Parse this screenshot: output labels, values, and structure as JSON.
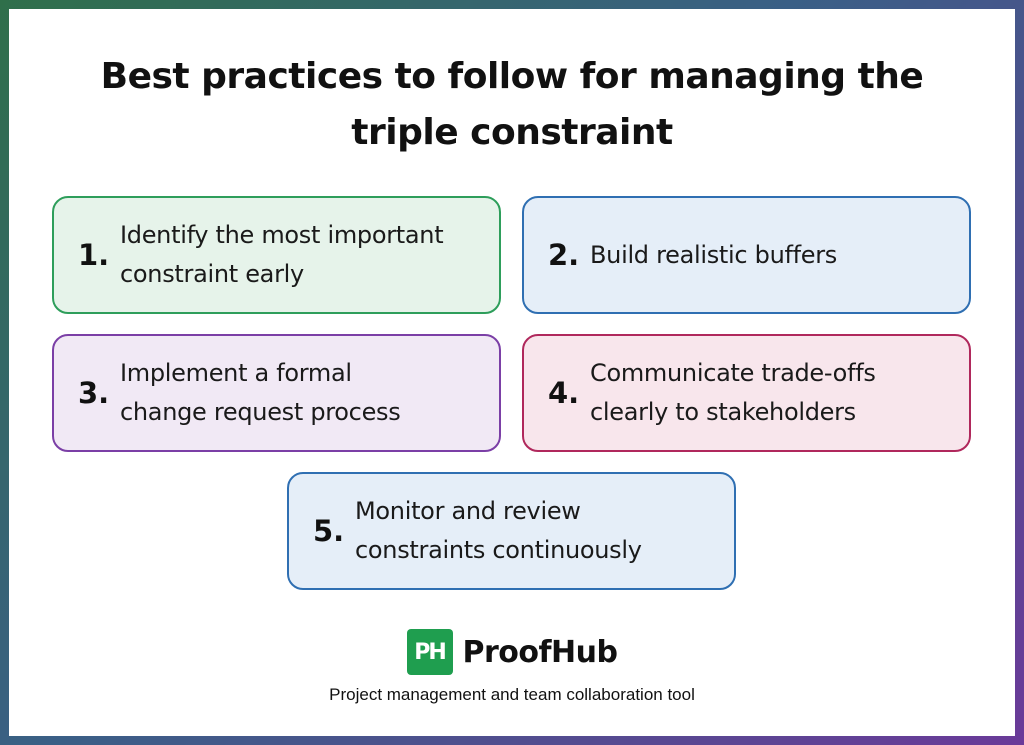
{
  "title": {
    "line1": "Best practices to follow for managing the",
    "line2": "triple constraint"
  },
  "practices": [
    {
      "number": "1.",
      "line1": "Identify the most important",
      "line2": "constraint early",
      "border": "#2e9e5b",
      "fill": "#e6f3ea"
    },
    {
      "number": "2.",
      "line1": "Build realistic buffers",
      "line2": "",
      "border": "#2f6fb2",
      "fill": "#e5eef8"
    },
    {
      "number": "3.",
      "line1": "Implement a formal",
      "line2": "change request process",
      "border": "#7b3fa6",
      "fill": "#f1e9f5"
    },
    {
      "number": "4.",
      "line1": "Communicate trade-offs",
      "line2": "clearly to stakeholders",
      "border": "#b0285c",
      "fill": "#f8e6ec"
    },
    {
      "number": "5.",
      "line1": "Monitor and review",
      "line2": "constraints continuously",
      "border": "#2f6fb2",
      "fill": "#e5eef8"
    }
  ],
  "brand": {
    "mark": "PH",
    "name": "ProofHub",
    "tagline": "Project management and team collaboration tool",
    "color": "#1f9e4f"
  }
}
